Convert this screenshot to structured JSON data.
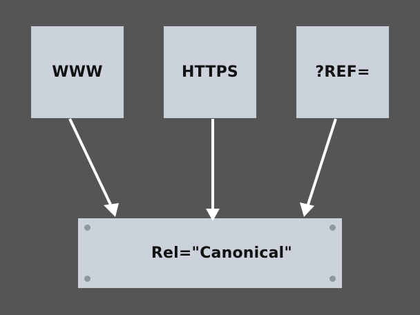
{
  "nodes": {
    "www": {
      "label": "WWW"
    },
    "https": {
      "label": "HTTPS"
    },
    "ref": {
      "label": "?REF="
    },
    "canonical": {
      "label": "Rel=\"Canonical\""
    }
  },
  "colors": {
    "background": "#555555",
    "box_fill": "#cbd2db",
    "arrow": "#ffffff",
    "text": "#111111",
    "rivet": "#8e969f"
  }
}
